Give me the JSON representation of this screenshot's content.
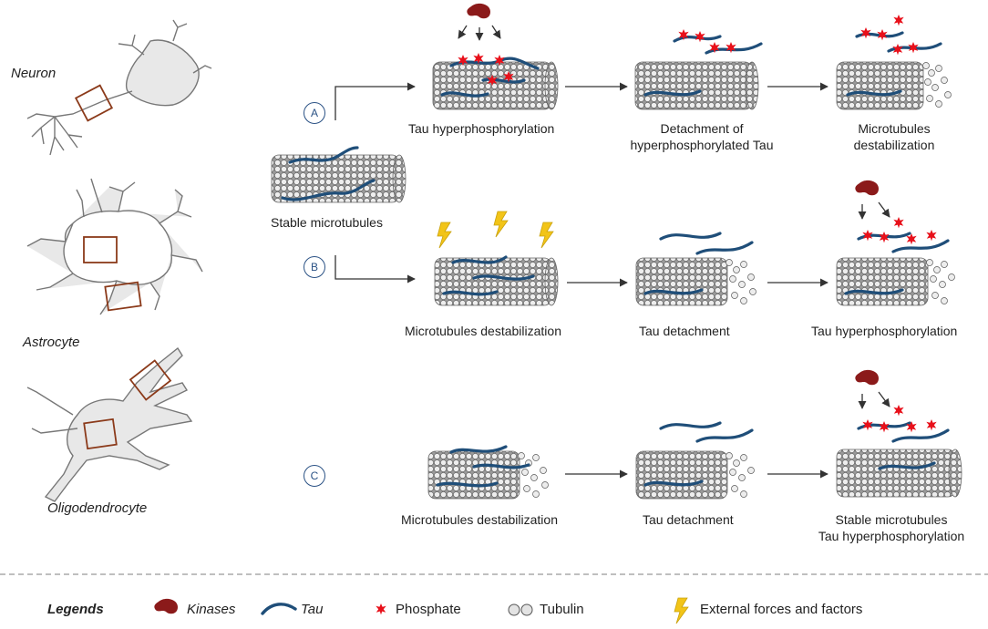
{
  "cells": {
    "neuron": "Neuron",
    "astrocyte": "Astrocyte",
    "oligodendrocyte": "Oligodendrocyte"
  },
  "pathways": {
    "a": "A",
    "b": "B",
    "c": "C"
  },
  "start_label": "Stable microtubules",
  "row_a": {
    "step1": "Tau hyperphosphorylation",
    "step2_line1": "Detachment of",
    "step2_line2": "hyperphosphorylated Tau",
    "step3_line1": "Microtubules",
    "step3_line2": "destabilization"
  },
  "row_b": {
    "step1": "Microtubules destabilization",
    "step2": "Tau detachment",
    "step3": "Tau hyperphosphorylation"
  },
  "row_c": {
    "step1": "Microtubules destabilization",
    "step2": "Tau detachment",
    "step3_line1": "Stable microtubules",
    "step3_line2": "Tau hyperphosphorylation"
  },
  "legend": {
    "title": "Legends",
    "kinases": "Kinases",
    "tau": "Tau",
    "phosphate": "Phosphate",
    "tubulin": "Tubulin",
    "forces": "External forces and factors"
  },
  "colors": {
    "tau": "#1f4e79",
    "kinase": "#8b1a1a",
    "phosphate": "#e8101a",
    "cell_box": "#8b3a1a",
    "bolt": "#f2c418",
    "circle": "#2b5285"
  }
}
